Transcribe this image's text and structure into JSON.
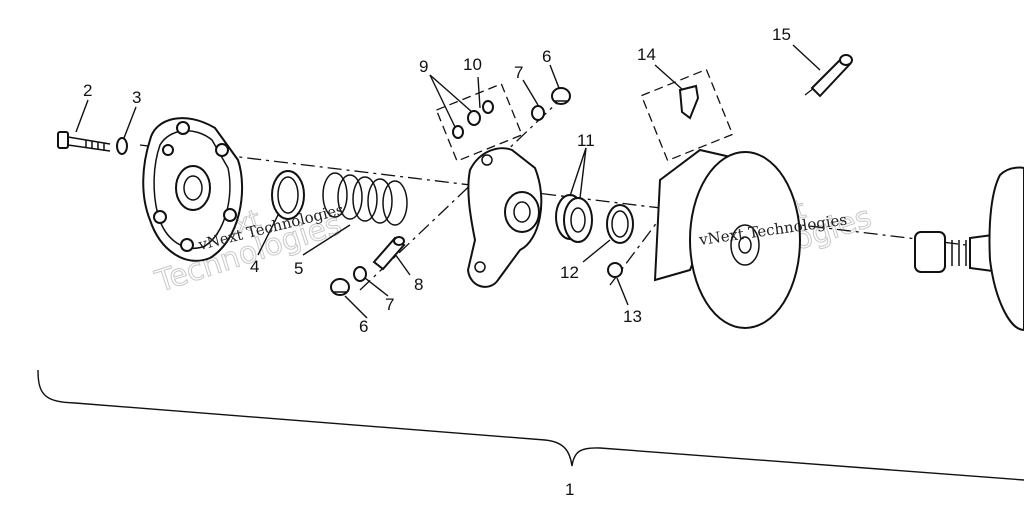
{
  "callouts": {
    "c1": "1",
    "c2": "2",
    "c3": "3",
    "c4": "4",
    "c5": "5",
    "c6a": "6",
    "c6b": "6",
    "c7a": "7",
    "c7b": "7",
    "c8": "8",
    "c9": "9",
    "c10": "10",
    "c11": "11",
    "c12": "12",
    "c13": "13",
    "c14": "14",
    "c15": "15"
  },
  "watermark": {
    "left_small": "vNext Technologies",
    "left_big_1": "vNext",
    "left_big_2": "Technologies",
    "right_small": "vNext Technologies",
    "right_big_1": "vNext",
    "right_big_2": "Technologies"
  }
}
